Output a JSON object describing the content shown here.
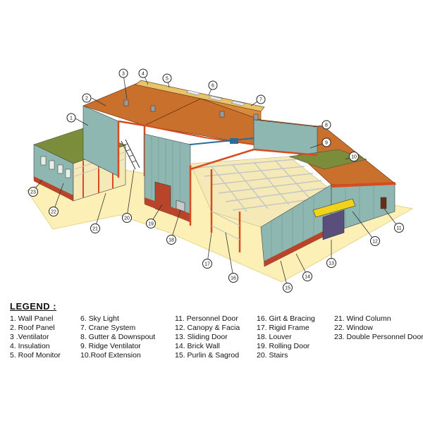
{
  "legend": {
    "title": "LEGEND :",
    "columns": [
      [
        "1. Wall Panel",
        "2. Roof Panel",
        "3 .Ventilator",
        "4. Insulation",
        "5. Roof Monitor"
      ],
      [
        "6. Sky Light",
        "7. Crane System",
        "8. Gutter & Downspout",
        "9. Ridge Ventilator",
        "10.Roof Extension"
      ],
      [
        "11. Personnel Door",
        "12. Canopy & Facia",
        "13. Sliding Door",
        "14. Brick Wall",
        "15. Purlin & Sagrod"
      ],
      [
        "16. Girt & Bracing",
        "17. Rigid Frame",
        "18. Louver",
        "19. Rolling Door",
        "20. Stairs"
      ],
      [
        "21. Wind Column",
        "22. Window",
        "23. Double Personnel Door"
      ]
    ]
  },
  "callouts": [
    "1",
    "2",
    "3",
    "4",
    "5",
    "6",
    "7",
    "8",
    "9",
    "10",
    "11",
    "12",
    "13",
    "14",
    "15",
    "16",
    "17",
    "18",
    "19",
    "20",
    "21",
    "22",
    "23"
  ],
  "colors": {
    "ground": "#fdf0b6",
    "roof": "#c9702c",
    "roof_light": "#d98a3a",
    "wall": "#8fb7b1",
    "wall_dark": "#6f9a96",
    "frame": "#d84a1f",
    "brick": "#b8452a",
    "canopy": "#f2d21a",
    "purlin": "#c2c7c4",
    "green_roof": "#7b8d3a"
  }
}
